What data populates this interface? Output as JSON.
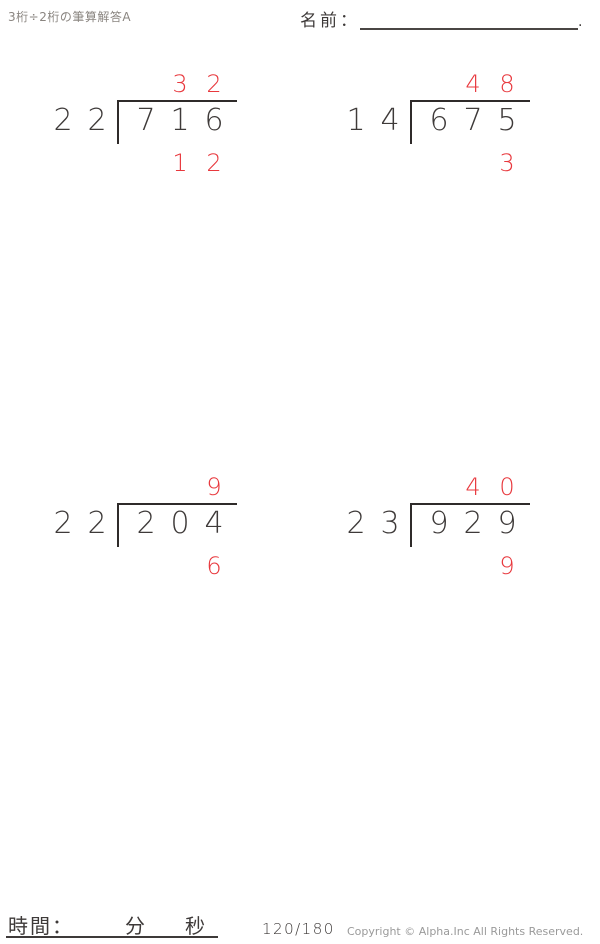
{
  "header": {
    "title": "3桁÷2桁の筆算解答A",
    "name_label": "名前：",
    "name_line_suffix": "."
  },
  "problems": [
    {
      "divisor": [
        "2",
        "2"
      ],
      "dividend": [
        "7",
        "1",
        "6"
      ],
      "quotient": "32",
      "remainder": "12",
      "quotient_cells": [
        "",
        "3",
        "2"
      ],
      "remainder_cells": [
        "",
        "1",
        "2"
      ]
    },
    {
      "divisor": [
        "1",
        "4"
      ],
      "dividend": [
        "6",
        "7",
        "5"
      ],
      "quotient": "48",
      "remainder": "3",
      "quotient_cells": [
        "",
        "4",
        "8"
      ],
      "remainder_cells": [
        "",
        "",
        "3"
      ]
    },
    {
      "divisor": [
        "2",
        "2"
      ],
      "dividend": [
        "2",
        "0",
        "4"
      ],
      "quotient": "9",
      "remainder": "6",
      "quotient_cells": [
        "",
        "",
        "9"
      ],
      "remainder_cells": [
        "",
        "",
        "6"
      ]
    },
    {
      "divisor": [
        "2",
        "3"
      ],
      "dividend": [
        "9",
        "2",
        "9"
      ],
      "quotient": "40",
      "remainder": "9",
      "quotient_cells": [
        "",
        "4",
        "0"
      ],
      "remainder_cells": [
        "",
        "",
        "9"
      ]
    }
  ],
  "footer": {
    "time_label": "時間：",
    "minutes_label": "分",
    "seconds_label": "秒",
    "page_number": "120/180",
    "copyright": "Copyright © Alpha.Inc All Rights Reserved."
  },
  "colors": {
    "ink": "#3e3a39",
    "answer_red": "#e8383d",
    "title_gray": "#8a8580",
    "copyright_gray": "#9a9a9a"
  }
}
